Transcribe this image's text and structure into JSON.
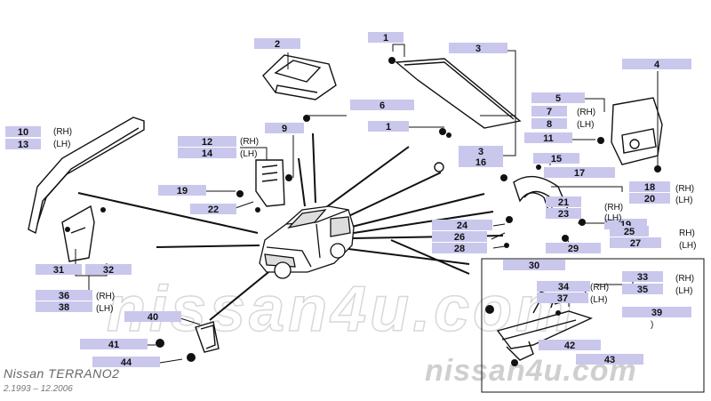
{
  "diagram": {
    "callouts": [
      {
        "id": "c2",
        "text": "2"
      },
      {
        "id": "c1a",
        "text": "1"
      },
      {
        "id": "c3a",
        "text": "3"
      },
      {
        "id": "c4",
        "text": "4"
      },
      {
        "id": "c5",
        "text": "5"
      },
      {
        "id": "c6",
        "text": "6"
      },
      {
        "id": "c7",
        "text": "7"
      },
      {
        "id": "c8",
        "text": "8"
      },
      {
        "id": "c1b",
        "text": "1"
      },
      {
        "id": "c9",
        "text": "9"
      },
      {
        "id": "c10",
        "text": "10"
      },
      {
        "id": "c13",
        "text": "13"
      },
      {
        "id": "c11",
        "text": "11"
      },
      {
        "id": "c12",
        "text": "12"
      },
      {
        "id": "c14",
        "text": "14"
      },
      {
        "id": "c3b",
        "text": "3"
      },
      {
        "id": "c16",
        "text": "16"
      },
      {
        "id": "c15",
        "text": "15"
      },
      {
        "id": "c17",
        "text": "17"
      },
      {
        "id": "c18",
        "text": "18"
      },
      {
        "id": "c20",
        "text": "20"
      },
      {
        "id": "c19a",
        "text": "19"
      },
      {
        "id": "c22",
        "text": "22"
      },
      {
        "id": "c21",
        "text": "21"
      },
      {
        "id": "c23",
        "text": "23"
      },
      {
        "id": "c19b",
        "text": "19"
      },
      {
        "id": "c24",
        "text": "24"
      },
      {
        "id": "c26",
        "text": "26"
      },
      {
        "id": "c25",
        "text": "25"
      },
      {
        "id": "c28",
        "text": "28"
      },
      {
        "id": "c27",
        "text": "27"
      },
      {
        "id": "c29",
        "text": "29"
      },
      {
        "id": "c31",
        "text": "31"
      },
      {
        "id": "c32",
        "text": "32"
      },
      {
        "id": "c30",
        "text": "30"
      },
      {
        "id": "c33",
        "text": "33"
      },
      {
        "id": "c35",
        "text": "35"
      },
      {
        "id": "c34",
        "text": "34"
      },
      {
        "id": "c36",
        "text": "36"
      },
      {
        "id": "c38",
        "text": "38"
      },
      {
        "id": "c37",
        "text": "37"
      },
      {
        "id": "c39",
        "text": "39"
      },
      {
        "id": "c40",
        "text": "40"
      },
      {
        "id": "c41",
        "text": "41"
      },
      {
        "id": "c42",
        "text": "42"
      },
      {
        "id": "c44",
        "text": "44"
      },
      {
        "id": "c43",
        "text": "43"
      }
    ],
    "side_labels": [
      {
        "id": "s7",
        "text": "(RH)"
      },
      {
        "id": "s8",
        "text": "(LH)"
      },
      {
        "id": "s10",
        "text": "(RH)"
      },
      {
        "id": "s13",
        "text": "(LH)"
      },
      {
        "id": "s12",
        "text": "(RH)"
      },
      {
        "id": "s14",
        "text": "(LH)"
      },
      {
        "id": "s18",
        "text": "(RH)"
      },
      {
        "id": "s20",
        "text": "(LH)"
      },
      {
        "id": "s21",
        "text": "(RH)"
      },
      {
        "id": "s23",
        "text": "(LH)"
      },
      {
        "id": "s25",
        "text": "RH)"
      },
      {
        "id": "s27",
        "text": "(LH)"
      },
      {
        "id": "s33",
        "text": "(RH)"
      },
      {
        "id": "s35",
        "text": "(LH)"
      },
      {
        "id": "s34",
        "text": "(RH)"
      },
      {
        "id": "s37",
        "text": "(LH)"
      },
      {
        "id": "s36",
        "text": "(RH)"
      },
      {
        "id": "s38",
        "text": "(LH)"
      },
      {
        "id": "s39",
        "text": ")"
      }
    ]
  },
  "footer": {
    "model": "Nissan TERRANO2",
    "years": "2.1993 – 12.2006",
    "watermark_center": "nissan4u.com",
    "watermark_corner": "nissan4u.com"
  },
  "colors": {
    "label_fill": "#c9c7ec",
    "line": "#111111",
    "text": "#111111",
    "watermark": "#cfcfcf"
  }
}
